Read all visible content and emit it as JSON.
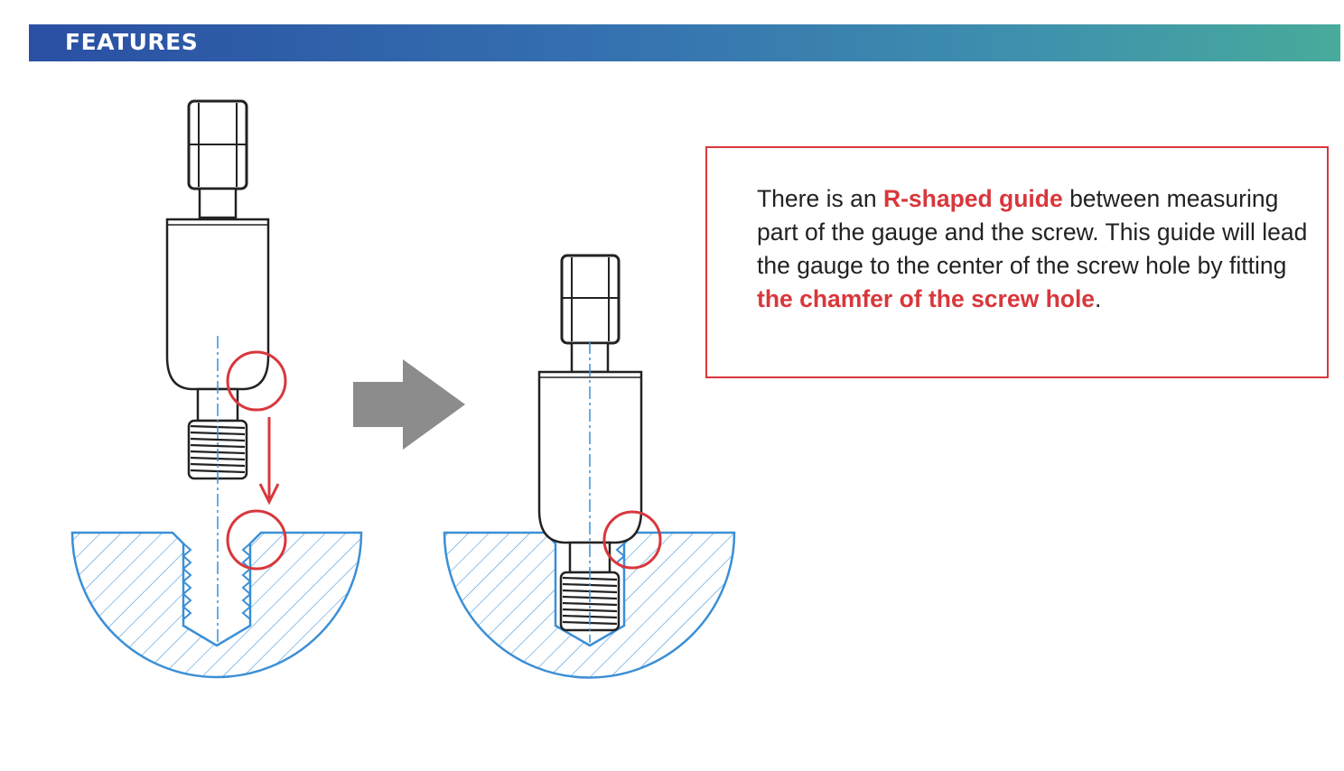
{
  "header": {
    "title": "FEATURES"
  },
  "callout": {
    "t1": "There is an ",
    "h1": "R-shaped guide",
    "t2": " between measuring part of the gauge and the screw. This guide will lead the gauge to the center of the screw hole by fitting ",
    "h2": "the chamfer of the screw hole",
    "t3": "."
  },
  "colors": {
    "banner_start": "#2a4fa3",
    "banner_end": "#48ab9b",
    "highlight_red": "#d8373c",
    "section_blue": "#3b8fd6",
    "arrow_gray": "#8c8c8c",
    "outline_black": "#222222"
  },
  "icons": {
    "process_arrow": "right-arrow-icon",
    "motion_arrow": "down-arrow-icon",
    "detail_marker": "circle-marker"
  }
}
